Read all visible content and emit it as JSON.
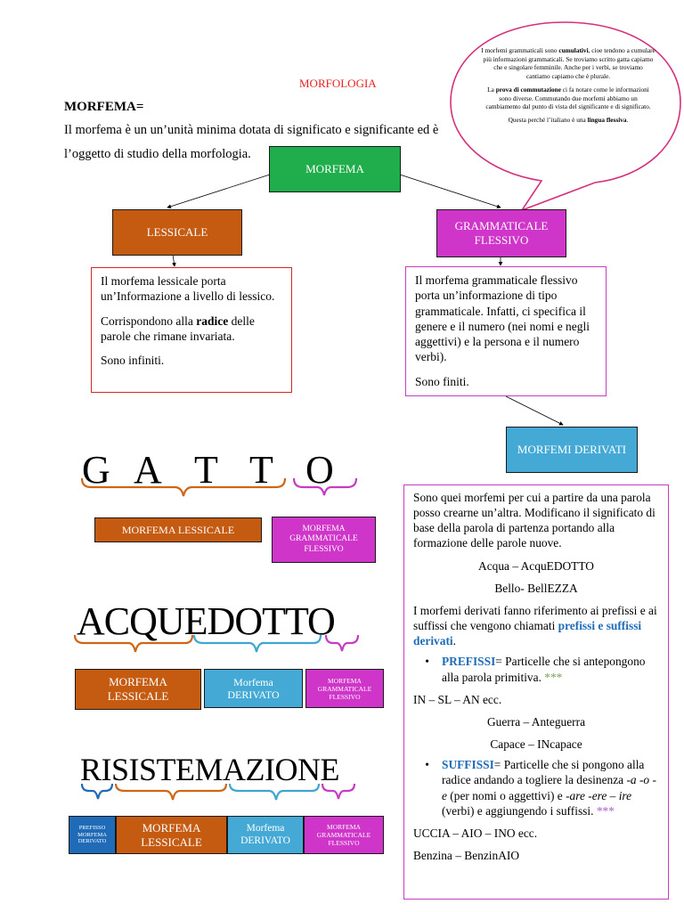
{
  "title": "MORFOLOGIA",
  "intro": {
    "heading": "MORFEMA=",
    "line1": "Il morfema è un un’unità minima dotata di significato e significante ed è",
    "line2": "l’oggetto di studio della morfologia."
  },
  "bubble": {
    "p1_a": "I morfemi grammaticali sono ",
    "p1_b": "cumulativi",
    "p1_c": ", cioe tendono a cumulare più informazioni grammaticali. Se troviamo scritto gatta capiamo che e singolare femminile. Anche per i verbi, se troviamo cantiamo capiamo che è plurale.",
    "p2_a": "La ",
    "p2_b": "prova di commutazione",
    "p2_c": " ci fa notare come le informazioni sono diverse. Commutando due morfemi abbiamo un cambiamento dal punto di vista del significante e di significato.",
    "p3_a": "Questa perché l’italiano è una ",
    "p3_b": "lingua flessiva",
    "p3_c": "."
  },
  "tree": {
    "root": "MORFEMA",
    "left": "LESSICALE",
    "right": "GRAMMATICALE FLESSIVO",
    "derived": "MORFEMI DERIVATI"
  },
  "lessicale_box": {
    "p1": "Il morfema lessicale porta un’Informazione a livello di lessico.",
    "p2_a": "Corrispondono alla ",
    "p2_b": "radice",
    "p2_c": " delle parole che rimane invariata.",
    "p3": "Sono infiniti."
  },
  "grammaticale_box": {
    "p1": "Il morfema grammaticale flessivo porta un’informazione di tipo grammaticale. Infatti, ci specifica il genere e il numero (nei nomi e negli aggettivi) e la persona e il numero verbi).",
    "p2": "Sono finiti."
  },
  "derivati_box": {
    "p1": "Sono quei morfemi per cui a partire da una parola posso crearne un’altra. Modificano il significato di base della parola di partenza portando alla formazione delle parole nuove.",
    "ex1": "Acqua – AcquEDOTTO",
    "ex2": "Bello- BellEZZA",
    "p2_a": "I morfemi derivati fanno riferimento ai prefissi e ai suffissi che vengono chiamati ",
    "p2_b": "prefissi e suffissi derivati",
    "p2_c": ".",
    "bullet1_a": "PREFISSI",
    "bullet1_b": "= Particelle che si antepongono alla parola primitiva. ",
    "bullet1_stars": "***",
    "list1": "IN – SL – AN ecc.",
    "ex3": "Guerra – Anteguerra",
    "ex4": "Capace – INcapace",
    "bullet2_a": "SUFFISSI",
    "bullet2_b": "= Particelle che si pongono alla radice andando a togliere la desinenza ",
    "bullet2_c": "-a -o -e",
    "bullet2_d": " (per nomi o aggettivi) e ",
    "bullet2_e": "-are -ere – ire",
    "bullet2_f": " (verbi) e aggiungendo i suffissi. ",
    "bullet2_stars": "***",
    "list2": "UCCIA – AIO – INO ecc.",
    "ex5": "Benzina – BenzinAIO"
  },
  "gatto": {
    "letters": [
      "G",
      "A",
      "T",
      "T",
      "O"
    ],
    "lessicale": "MORFEMA LESSICALE",
    "grammaticale": "MORFEMA GRAMMATICALE FLESSIVO"
  },
  "acquedotto": {
    "word": "ACQUEDOTTO",
    "lessicale": "MORFEMA LESSICALE",
    "derivato": "Morfema DERIVATO",
    "grammaticale": "MORFEMA GRAMMATICALE FLESSIVO"
  },
  "risistemazione": {
    "word": "RISISTEMAZIONE",
    "prefisso": "PREFISSO MORFEMA DERIVATO",
    "lessicale": "MORFEMA LESSICALE",
    "derivato": "Morfema DERIVATO",
    "grammaticale": "MORFEMA GRAMMATICALE FLESSIVO"
  },
  "colors": {
    "title_red": "#e8201f",
    "green": "#1fae4b",
    "orange": "#c55a11",
    "magenta": "#cf35c8",
    "teal": "#44a9d4",
    "blue": "#1f6bb8",
    "bubble_border": "#d4307c",
    "lessicale_border": "#cc2a2a",
    "grammaticale_border": "#c43fc0",
    "brace_orange": "#d06516",
    "brace_magenta": "#c63cc3",
    "brace_teal": "#3ea6d0"
  }
}
